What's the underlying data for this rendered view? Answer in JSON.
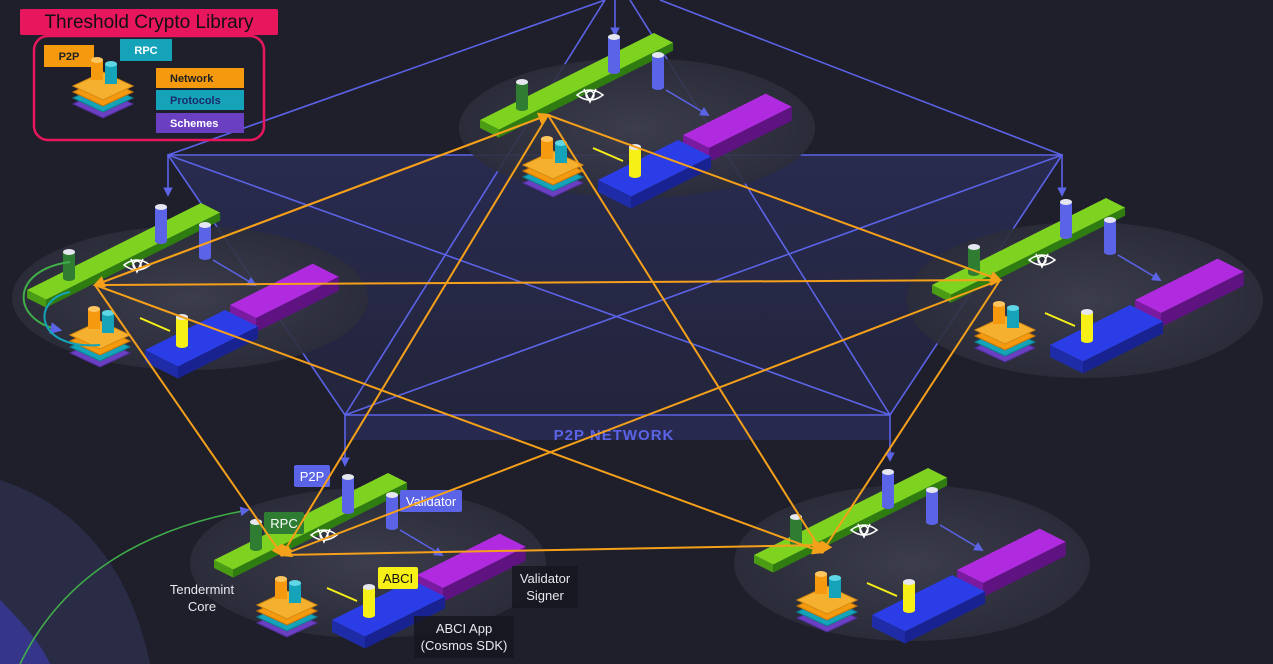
{
  "title": "Threshold Crypto Library",
  "network_label": "P2P NETWORK",
  "legend": {
    "p2p": "P2P",
    "rpc": "RPC",
    "layers": [
      "Network",
      "Protocols",
      "Schemes"
    ]
  },
  "callouts": {
    "p2p": "P2P",
    "rpc": "RPC",
    "validator": "Validator",
    "abci": "ABCI",
    "tendermint_core": [
      "Tendermint",
      "Core"
    ],
    "validator_signer": [
      "Validator",
      "Signer"
    ],
    "abci_app": [
      "ABCI App",
      "(Cosmos SDK)"
    ]
  },
  "colors": {
    "background": "#1f1f2c",
    "title_bg": "#e8175d",
    "network_line": "#5b63e6",
    "p2p_links": "#f5a01a",
    "green_plate": "#7ed321",
    "purple_block": "#b02be0",
    "blue_block": "#2b3de6",
    "p2p_orange": "#f59a0f",
    "rpc_teal": "#14a3b8",
    "schemes_purple": "#6a3fc2",
    "abci_yellow": "#f6f017"
  },
  "icons": [
    "node-plate-icon",
    "cylinder-icon",
    "layer-stack-icon",
    "eye-logo-icon"
  ]
}
